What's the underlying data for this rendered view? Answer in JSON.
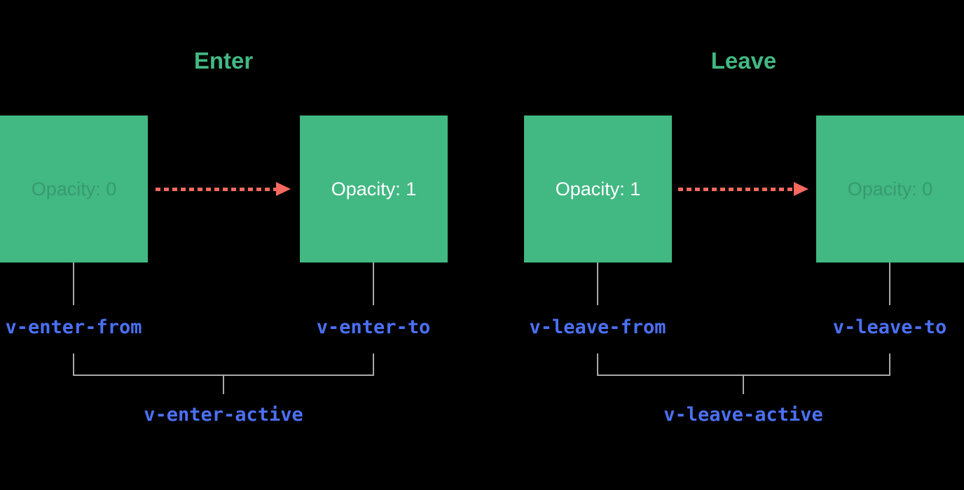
{
  "diagram": {
    "name": "vue-transition-classes",
    "groups": [
      {
        "id": "enter",
        "title": "Enter",
        "from_box_text": "Opacity: 0",
        "to_box_text": "Opacity: 1",
        "from_label": "v-enter-from",
        "to_label": "v-enter-to",
        "active_label": "v-enter-active"
      },
      {
        "id": "leave",
        "title": "Leave",
        "from_box_text": "Opacity: 1",
        "to_box_text": "Opacity: 0",
        "from_label": "v-leave-from",
        "to_label": "v-leave-to",
        "active_label": "v-leave-active"
      }
    ],
    "colors": {
      "background": "#000000",
      "brand_green": "#42b883",
      "arrow_red": "#f5695f",
      "code_blue": "#4b70f5",
      "line_gray": "#a9a9a9",
      "box_text": "#ffffff"
    }
  }
}
